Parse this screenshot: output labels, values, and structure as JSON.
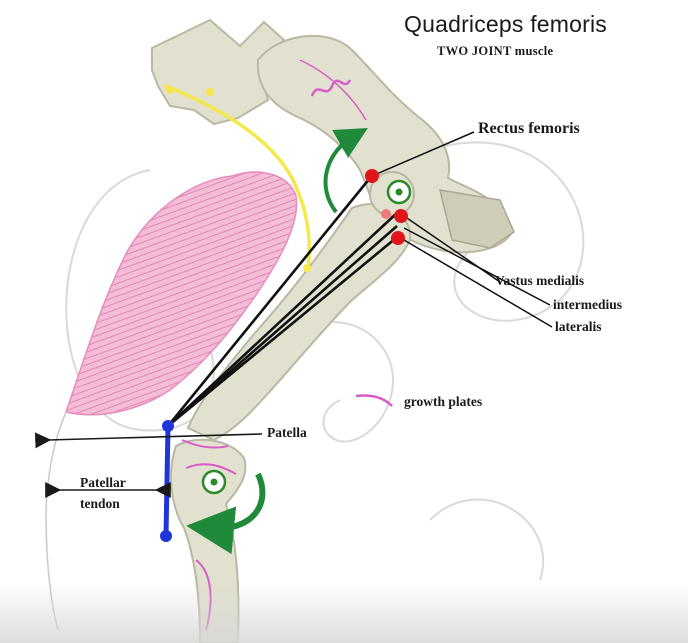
{
  "title": "Quadriceps femoris",
  "subtitle": "TWO JOINT muscle",
  "labels": {
    "rectus_femoris": "Rectus femoris",
    "vastus_medialis": "Vastus medialis",
    "intermedius": "intermedius",
    "lateralis": "lateralis",
    "growth_plates": "growth plates",
    "patella": "Patella",
    "patellar_line1": "Patellar",
    "patellar_line2": "tendon"
  },
  "colors": {
    "bone": "#e2e1cf",
    "bone_outline": "#b9b8a3",
    "muscle": "#e88cbc",
    "origin_markers": "#e0161b",
    "patella_line": "#1f35d8",
    "rotation_arrows": "#1f8a3a",
    "nerve": "#f5e84a",
    "growth_plate": "#d95bc8",
    "insertion_lines": "#111111"
  },
  "icons": [
    "hip-joint-axis-icon",
    "stifle-joint-axis-icon",
    "hip-rotation-arrow-icon",
    "stifle-rotation-arrow-icon",
    "growth-plate-legend-icon"
  ]
}
